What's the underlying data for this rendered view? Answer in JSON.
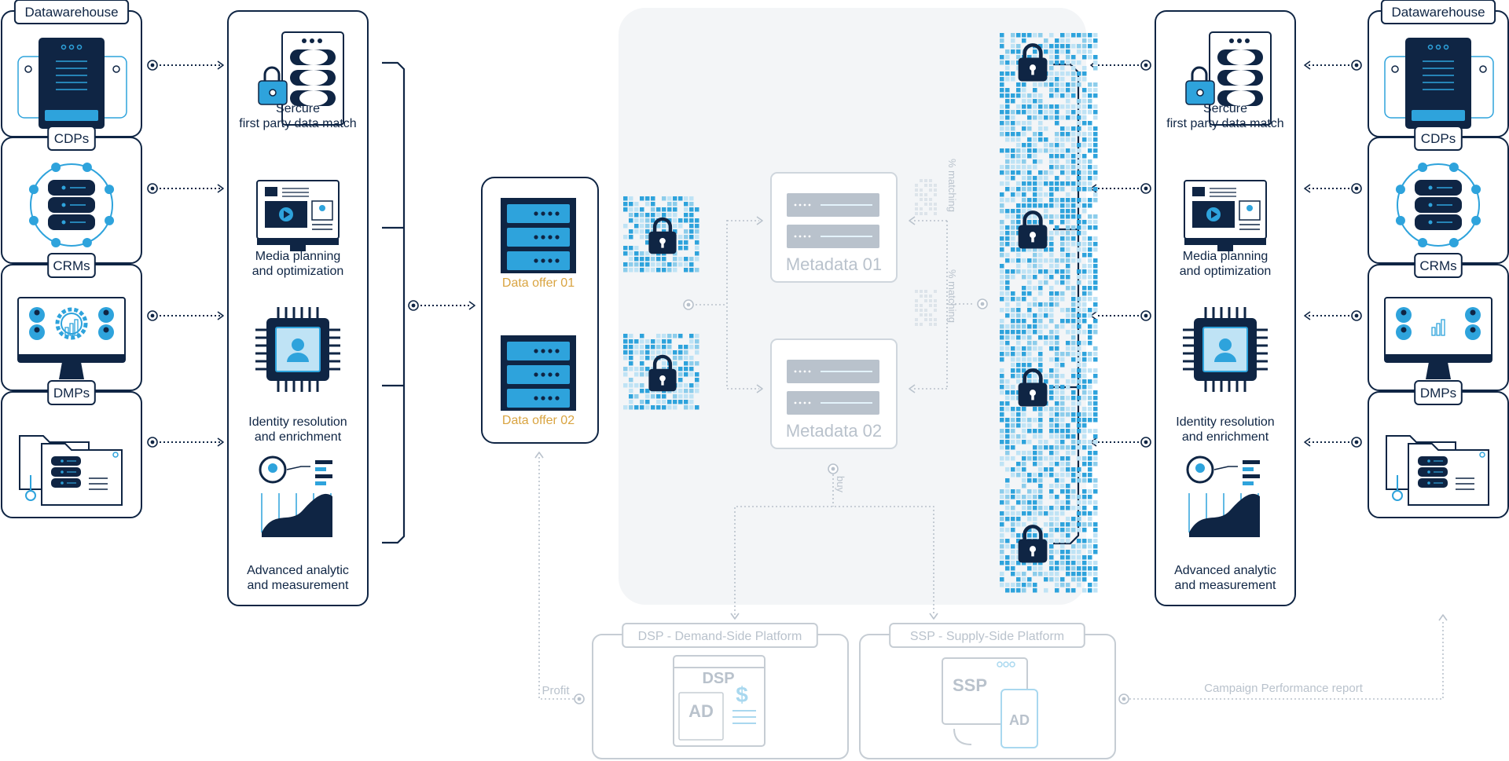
{
  "left": {
    "sources": [
      {
        "label": "Datawarehouse",
        "icon": "server-icon"
      },
      {
        "label": "CDPs",
        "icon": "database-network-icon"
      },
      {
        "label": "CRMs",
        "icon": "crm-monitor-icon"
      },
      {
        "label": "DMPs",
        "icon": "folder-database-icon"
      }
    ],
    "capabilities": [
      {
        "line1": "Sercure",
        "line2": "first party data match",
        "icon": "secure-server-icon"
      },
      {
        "line1": "Media planning",
        "line2": "and optimization",
        "icon": "media-monitor-icon"
      },
      {
        "line1": "Identity resolution",
        "line2": "and enrichment",
        "icon": "identity-chip-icon"
      },
      {
        "line1": "Advanced analytic",
        "line2": "and measurement",
        "icon": "analytics-chart-icon"
      }
    ]
  },
  "right": {
    "sources": [
      {
        "label": "Datawarehouse",
        "icon": "server-icon"
      },
      {
        "label": "CDPs",
        "icon": "database-network-icon"
      },
      {
        "label": "CRMs",
        "icon": "crm-monitor-icon"
      },
      {
        "label": "DMPs",
        "icon": "folder-database-icon"
      }
    ],
    "capabilities": [
      {
        "line1": "Sercure",
        "line2": "first party data match",
        "icon": "secure-server-icon"
      },
      {
        "line1": "Media planning",
        "line2": "and optimization",
        "icon": "media-monitor-icon"
      },
      {
        "line1": "Identity resolution",
        "line2": "and enrichment",
        "icon": "identity-chip-icon"
      },
      {
        "line1": "Advanced analytic",
        "line2": "and measurement",
        "icon": "analytics-chart-icon"
      }
    ]
  },
  "data_offers": [
    "Data offer 01",
    "Data offer 02"
  ],
  "metadata": [
    "Metadata 01",
    "Metadata 02"
  ],
  "matching_label": "% matching",
  "buy_label": "buy",
  "platforms": [
    {
      "title": "DSP - Demand-Side Platform",
      "icon_text": "DSP",
      "ad_text": "AD",
      "symbol": "$"
    },
    {
      "title": "SSP - Supply-Side Platform",
      "icon_text": "SSP",
      "ad_text": "AD"
    }
  ],
  "profit_label": "Profit",
  "report_label": "Campaign Performance report",
  "colors": {
    "navy": "#0f2544",
    "blue": "#2ea3dc",
    "light_blue": "#bfe3f5",
    "gold": "#d9a441",
    "grey": "#b9c2cc",
    "panel": "#f3f5f7"
  }
}
